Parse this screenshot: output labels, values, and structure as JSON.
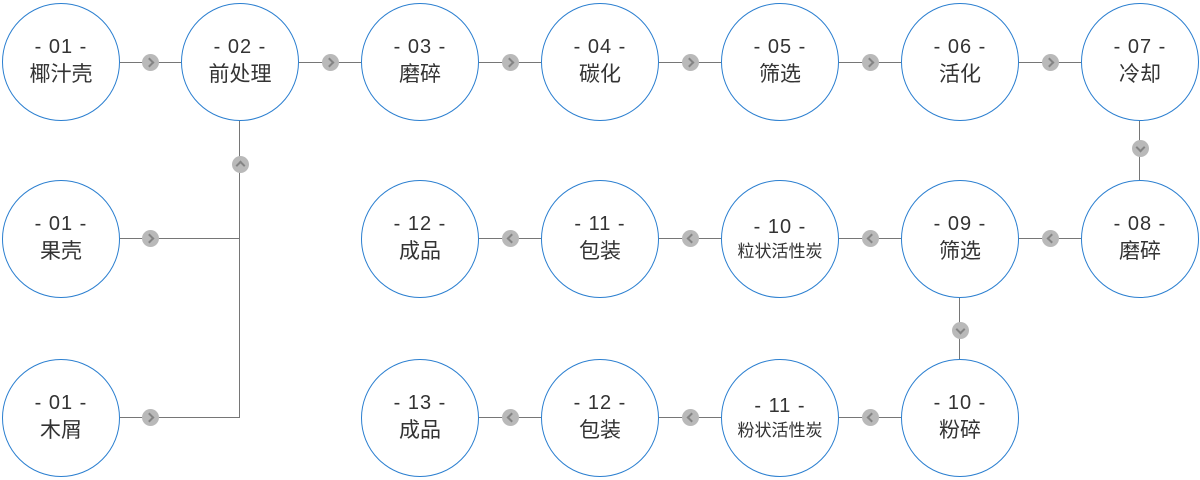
{
  "diagram": {
    "title_semantic": "activated carbon production process flow",
    "colors": {
      "node_border": "#2b7fd0",
      "node_fill": "#ffffff",
      "node_text": "#333333",
      "connector_line": "#767676",
      "arrow_badge_fill": "#b9b9b9",
      "arrow_glyph": "#848484",
      "background": "#ffffff"
    },
    "icons": {
      "forward": "chevron-right-icon",
      "backward": "chevron-left-icon",
      "upward": "chevron-up-icon",
      "downward": "chevron-down-icon"
    },
    "rows": [
      {
        "name": "top",
        "nodes": [
          {
            "num": "- 01 -",
            "label": "椰汁壳"
          },
          {
            "num": "- 02 -",
            "label": "前处理"
          },
          {
            "num": "- 03 -",
            "label": "磨碎"
          },
          {
            "num": "- 04 -",
            "label": "碳化"
          },
          {
            "num": "- 05 -",
            "label": "筛选"
          },
          {
            "num": "- 06 -",
            "label": "活化"
          },
          {
            "num": "- 07 -",
            "label": "冷却"
          }
        ]
      },
      {
        "name": "middle",
        "nodes": [
          {
            "num": "- 01 -",
            "label": "果壳"
          },
          {
            "num": "- 12 -",
            "label": "成品"
          },
          {
            "num": "- 11 -",
            "label": "包装"
          },
          {
            "num": "- 10 -",
            "label": "粒状活性炭"
          },
          {
            "num": "- 09 -",
            "label": "筛选"
          },
          {
            "num": "- 08 -",
            "label": "磨碎"
          }
        ]
      },
      {
        "name": "bottom",
        "nodes": [
          {
            "num": "- 01 -",
            "label": "木屑"
          },
          {
            "num": "- 13 -",
            "label": "成品"
          },
          {
            "num": "- 12 -",
            "label": "包装"
          },
          {
            "num": "- 11 -",
            "label": "粉状活性炭"
          },
          {
            "num": "- 10 -",
            "label": "粉碎"
          }
        ]
      }
    ]
  }
}
